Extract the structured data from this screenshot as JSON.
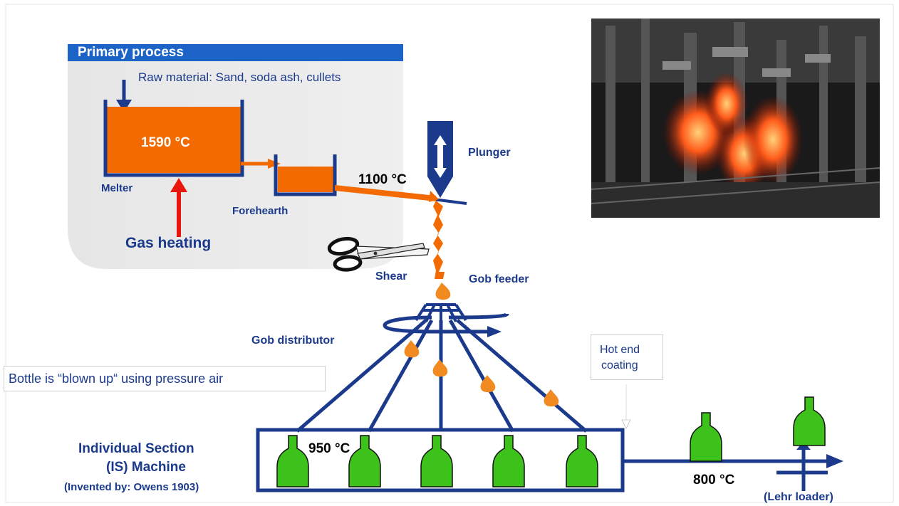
{
  "primary_process": {
    "title": "Primary process",
    "raw_material": "Raw material: Sand, soda ash, cullets",
    "melter_temp": "1590 °C",
    "melter": "Melter",
    "forehearth": "Forehearth",
    "gas_heating": "Gas heating"
  },
  "feeder": {
    "temp": "1100 °C",
    "plunger": "Plunger",
    "shear": "Shear",
    "gob_feeder": "Gob feeder",
    "gob_distributor": "Gob distributor"
  },
  "note": "Bottle is “blown up“ using pressure air",
  "hot_end_coating": [
    "Hot end",
    "coating"
  ],
  "is_machine": {
    "line1": "Individual Section",
    "line2": "(IS) Machine",
    "line3": "(Invented by: Owens 1903)",
    "temp": "950 °C"
  },
  "lehr": {
    "temp": "800 °C",
    "label": "(Lehr loader)"
  },
  "colors": {
    "navy": "#1b3a8c",
    "orange": "#f26a00",
    "green": "#3cc21a",
    "title_bar": "#1b63c6",
    "red": "#e8160c"
  }
}
